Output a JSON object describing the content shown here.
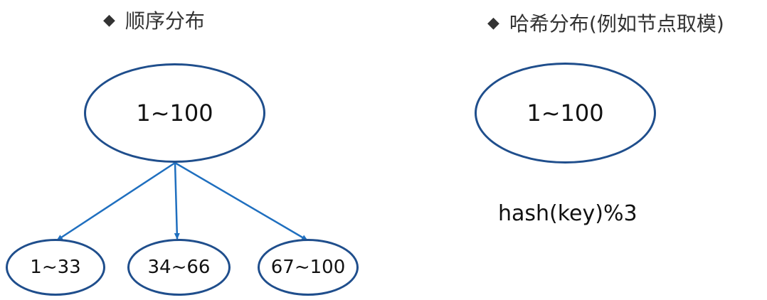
{
  "left": {
    "heading": "顺序分布",
    "root": "1~100",
    "children": [
      "1~33",
      "34~66",
      "67~100"
    ]
  },
  "right": {
    "heading": "哈希分布(例如节点取模)",
    "root": "1~100",
    "formula": "hash(key)%3"
  },
  "colors": {
    "node_border": "#1f4e8c",
    "arrow": "#1f6fbf"
  },
  "icons": {
    "bullet": "diamond-bullet-icon"
  }
}
